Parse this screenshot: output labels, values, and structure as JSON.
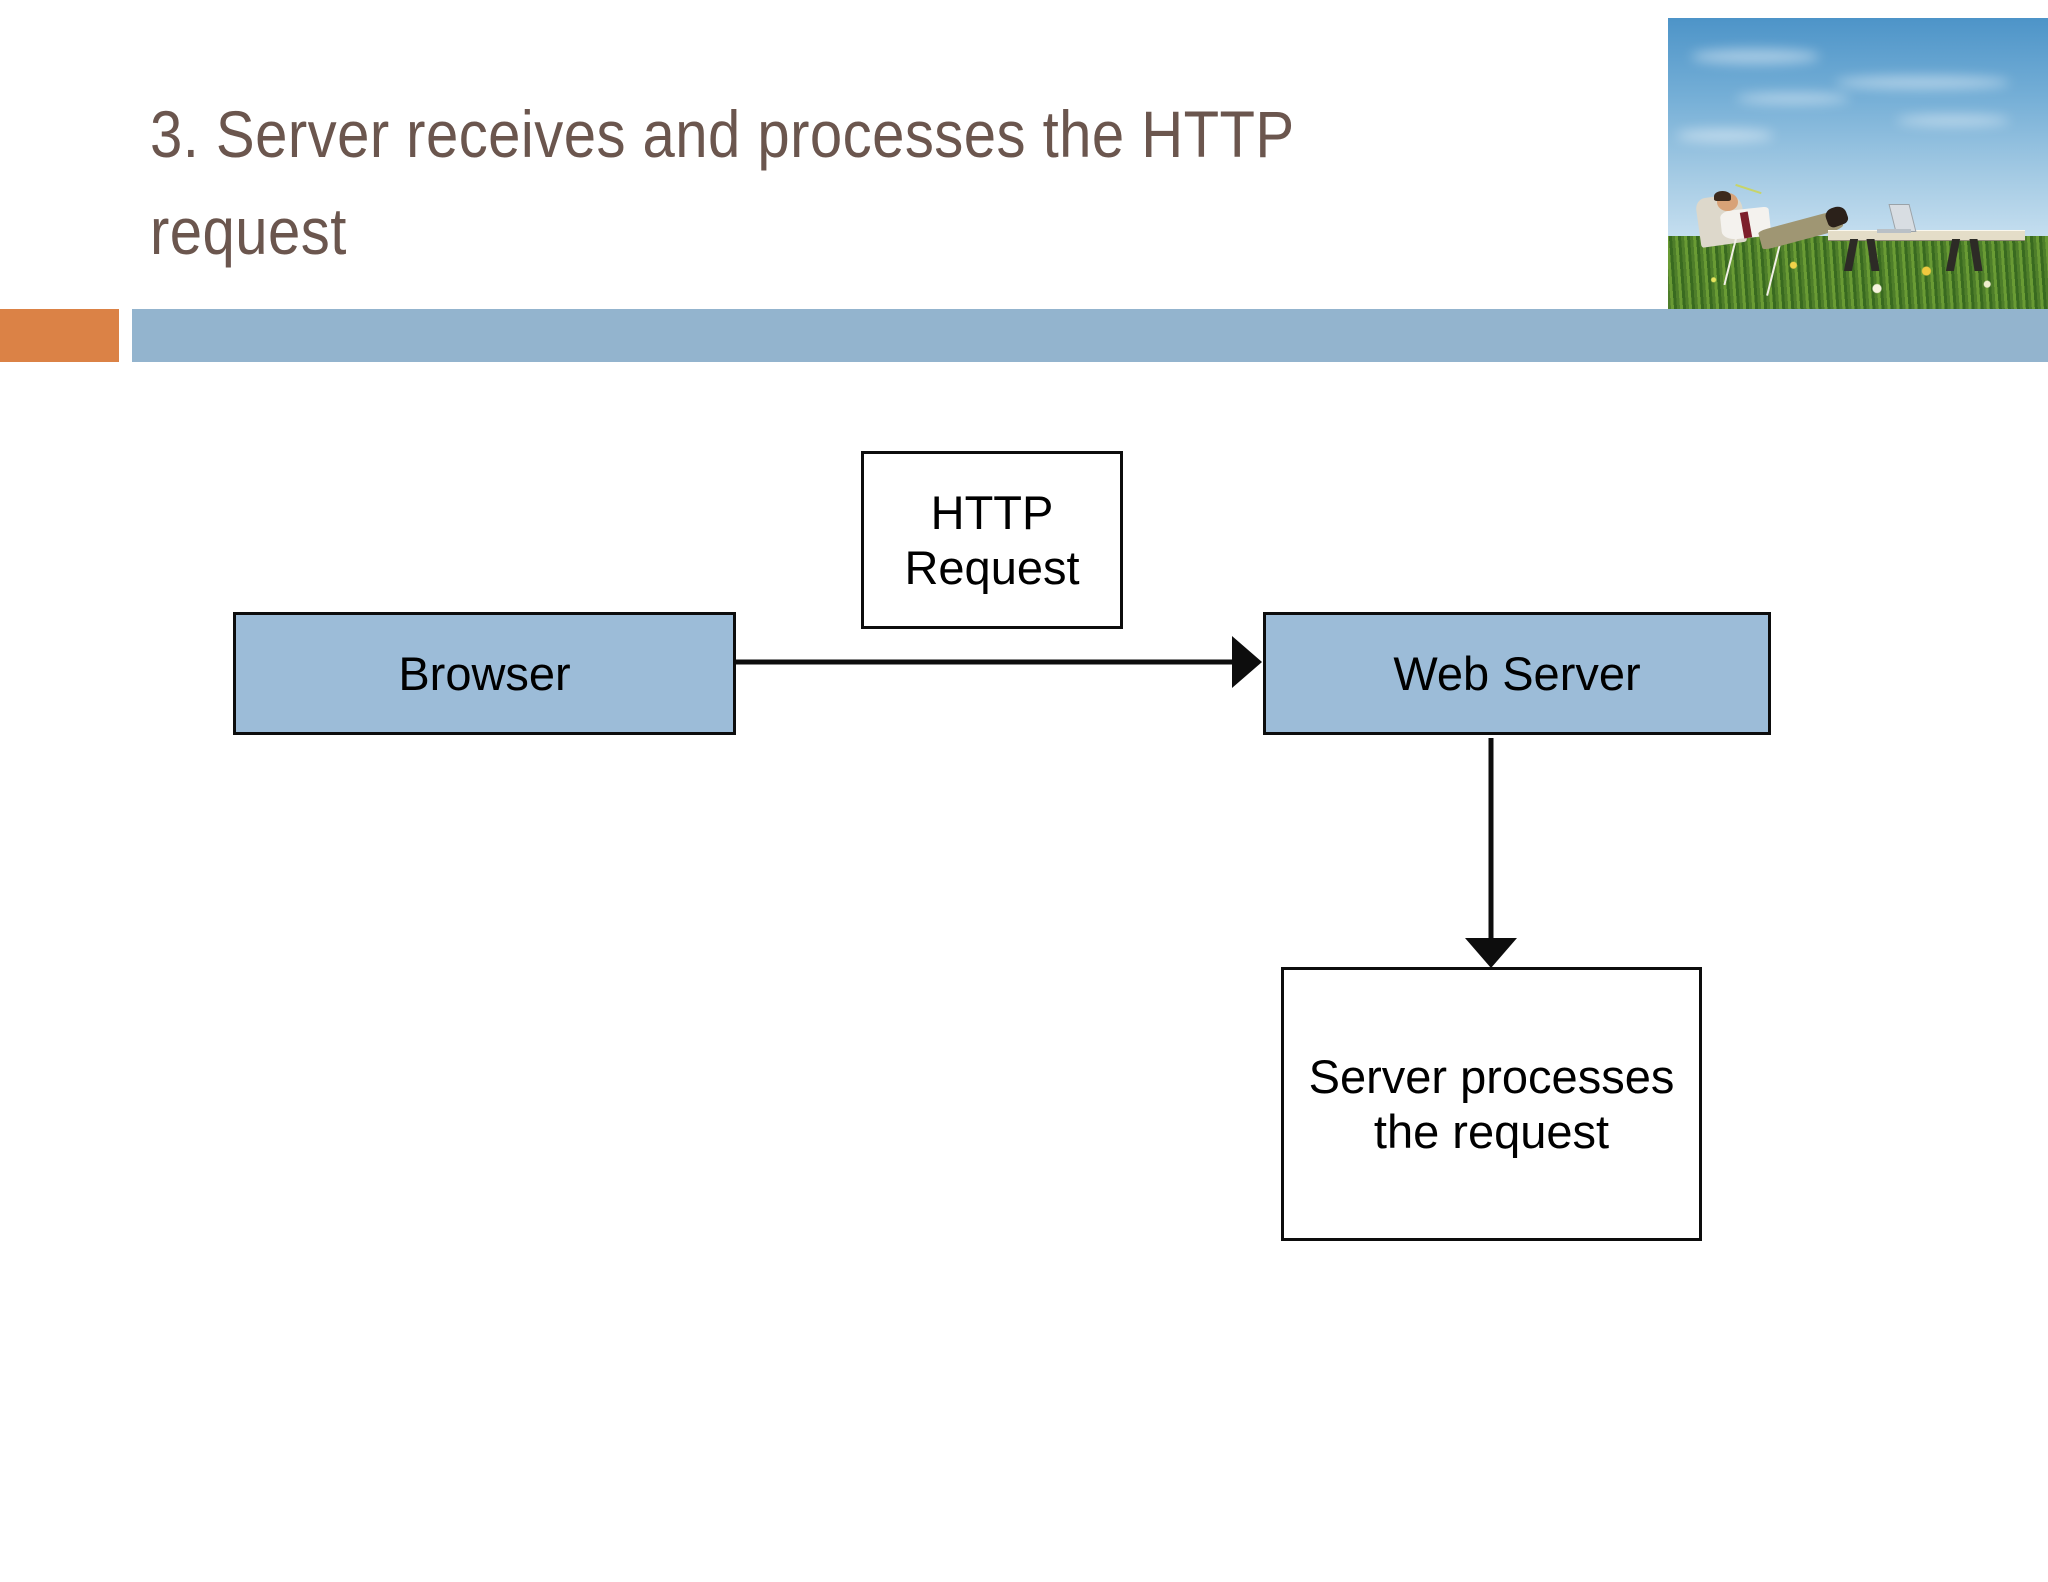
{
  "slide": {
    "title": "3. Server receives and processes the HTTP request",
    "title_color": "#6b564e",
    "background_color": "#ffffff",
    "accent_bar_orange": "#db8246",
    "accent_bar_blue": "#93b4ce",
    "photo_alt": "businessman relaxing in deck chair in a grassy field with laptop on table under blue sky"
  },
  "diagram": {
    "type": "flowchart",
    "node_fill_blue": "#9cbcd8",
    "node_fill_white": "#ffffff",
    "node_border": "#0d0d0d",
    "nodes": [
      {
        "id": "http-request",
        "label": "HTTP\nRequest",
        "line1": "HTTP",
        "line2": "Request",
        "fill": "white"
      },
      {
        "id": "browser",
        "label": "Browser",
        "line1": "Browser",
        "line2": "",
        "fill": "blue"
      },
      {
        "id": "web-server",
        "label": "Web Server",
        "line1": "Web Server",
        "line2": "",
        "fill": "blue"
      },
      {
        "id": "server-processes",
        "label": "Server processes the request",
        "line1": "Server processes",
        "line2": "the request",
        "fill": "white"
      }
    ],
    "connectors": [
      {
        "id": "browser-to-web-server",
        "from": "browser",
        "to": "web-server",
        "direction": "right",
        "label": "HTTP Request"
      },
      {
        "id": "web-server-to-server-process",
        "from": "web-server",
        "to": "server-processes",
        "direction": "down",
        "label": ""
      }
    ]
  }
}
